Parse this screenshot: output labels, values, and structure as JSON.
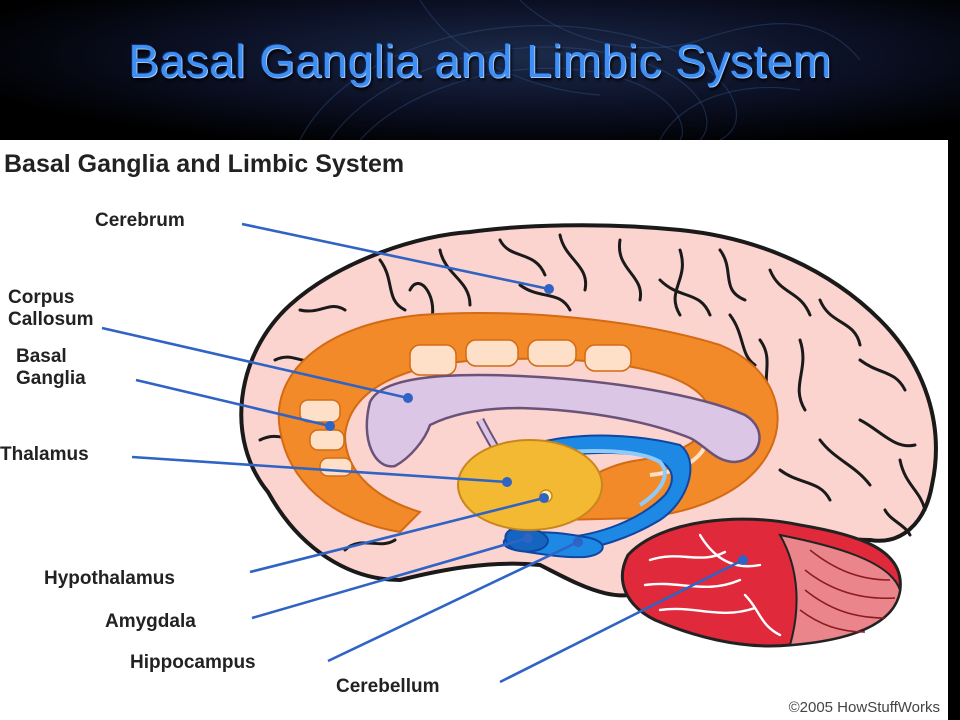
{
  "slide": {
    "title": "Basal Ganglia and Limbic System"
  },
  "diagram": {
    "heading": "Basal Ganglia and Limbic System",
    "labels": {
      "cerebrum": "Cerebrum",
      "corpus_callosum_1": "Corpus",
      "corpus_callosum_2": "Callosum",
      "basal_ganglia_1": "Basal",
      "basal_ganglia_2": "Ganglia",
      "thalamus": "Thalamus",
      "hypothalamus": "Hypothalamus",
      "amygdala": "Amygdala",
      "hippocampus": "Hippocampus",
      "cerebellum": "Cerebellum"
    },
    "copyright": "©2005 HowStuffWorks"
  },
  "colors": {
    "title": "#3f8ff2",
    "leader_lines": "#2f63c4",
    "cerebrum": "#fbd3cf",
    "basal_ganglia": "#f28a2a",
    "corpus_callosum": "#dcc6e6",
    "thalamus": "#f3b933",
    "hippocampus": "#1e88e5",
    "cerebellum": "#e0293a"
  }
}
